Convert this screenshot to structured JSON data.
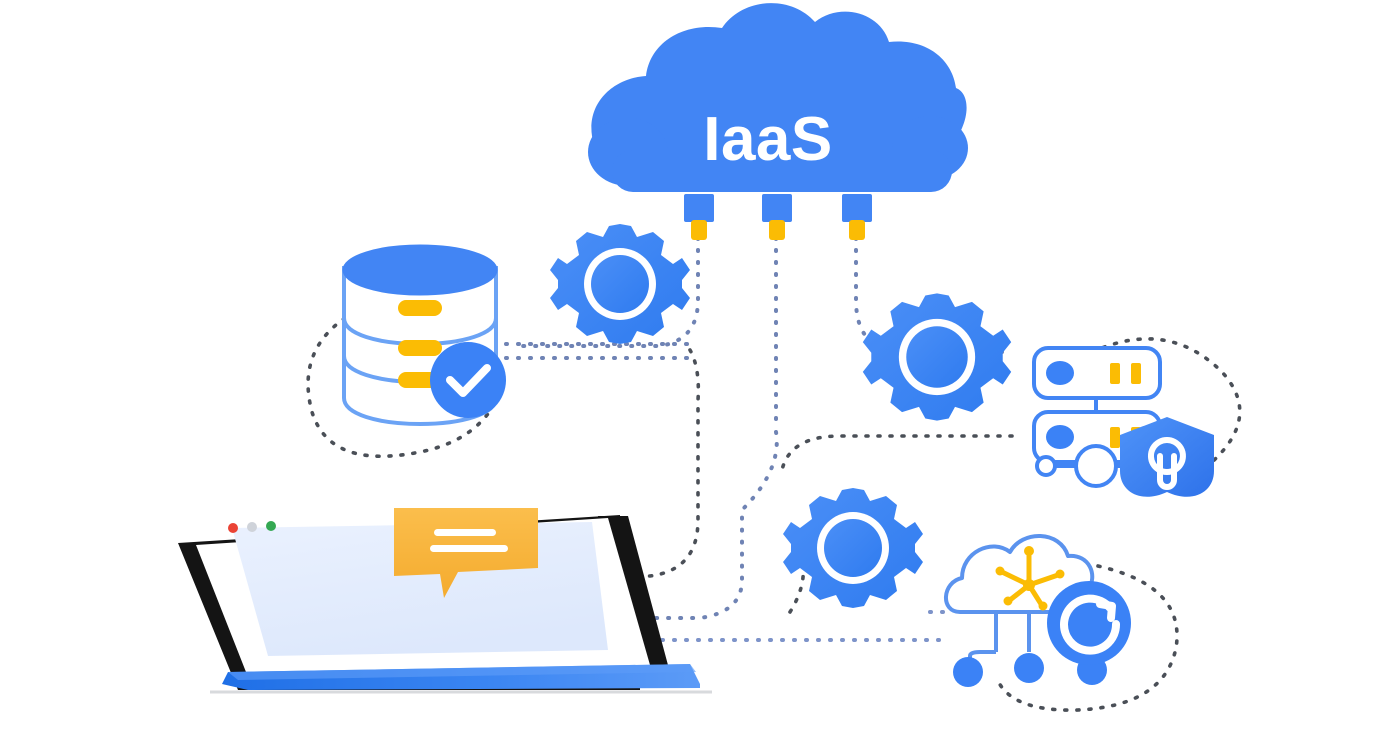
{
  "illustration": {
    "title": "IaaS cloud infrastructure diagram",
    "background_color": "#ffffff",
    "cloud": {
      "label": "IaaS",
      "fill_color": "#4285f4",
      "text_color": "#ffffff"
    },
    "palette": {
      "primary_blue": "#4285f4",
      "bright_blue": "#3b82f6",
      "light_blue_stroke": "#6ba3f5",
      "soft_blue_fill": "#e4ecfd",
      "yellow": "#fbbc04",
      "amber": "#f9b93c",
      "dark_dotted": "#4a4f57",
      "blue_dotted": "#7d93c9",
      "laptop_bezel": "#141414",
      "laptop_base": "#2f7cf0",
      "ground_line": "#d8dadd",
      "white": "#ffffff"
    },
    "nodes": [
      {
        "id": "cloud-iaas",
        "name": "IaaS cloud",
        "label": "IaaS"
      },
      {
        "id": "plug-1",
        "name": "cloud connector plug 1",
        "label": ""
      },
      {
        "id": "plug-2",
        "name": "cloud connector plug 2",
        "label": ""
      },
      {
        "id": "plug-3",
        "name": "cloud connector plug 3",
        "label": ""
      },
      {
        "id": "database",
        "name": "database with verified check badge",
        "label": ""
      },
      {
        "id": "gear-top",
        "name": "top gear",
        "label": ""
      },
      {
        "id": "gear-right",
        "name": "right gear",
        "label": ""
      },
      {
        "id": "gear-bottom",
        "name": "bottom gear",
        "label": ""
      },
      {
        "id": "server-rack",
        "name": "server rack with security shield",
        "label": ""
      },
      {
        "id": "cloud-network",
        "name": "cloud network with sync",
        "label": ""
      },
      {
        "id": "laptop",
        "name": "laptop client device",
        "label": ""
      },
      {
        "id": "chat-bubble",
        "name": "message bubble",
        "label": ""
      }
    ],
    "database": {
      "tier_count": 3,
      "indicator_color": "#fbbc04",
      "badge": "check-icon",
      "badge_color": "#4285f4"
    },
    "server": {
      "bay_count": 2,
      "status_light_color": "#4285f4",
      "drive_indicator_color": "#fbbc04",
      "shield": {
        "icon": "keyhole-icon",
        "fill_color": "#4285f4"
      }
    },
    "cloud_network": {
      "hub_icon": "star-hub-icon",
      "hub_color": "#fbbc04",
      "endpoint_count": 3,
      "endpoint_color": "#3b82f6",
      "sync_icon": "refresh-icon",
      "sync_color": "#3b82f6"
    },
    "gears": {
      "count": 3,
      "tooth_count": 10,
      "fill_color": "#3b82f6"
    },
    "laptop": {
      "window_dots": [
        "#ea4335",
        "#fbbc04",
        "#34a853"
      ],
      "screen_fill": "#e4ecfd",
      "bezel_color": "#141414",
      "base_color": "#2f7cf0"
    },
    "chat_bubble": {
      "fill_color": "#f9b93c",
      "line_count": 2,
      "line_color": "#ffffff"
    },
    "connectors": {
      "style": "dotted",
      "dark_color": "#4a4f57",
      "blue_color": "#7d93c9",
      "count": 12
    }
  }
}
